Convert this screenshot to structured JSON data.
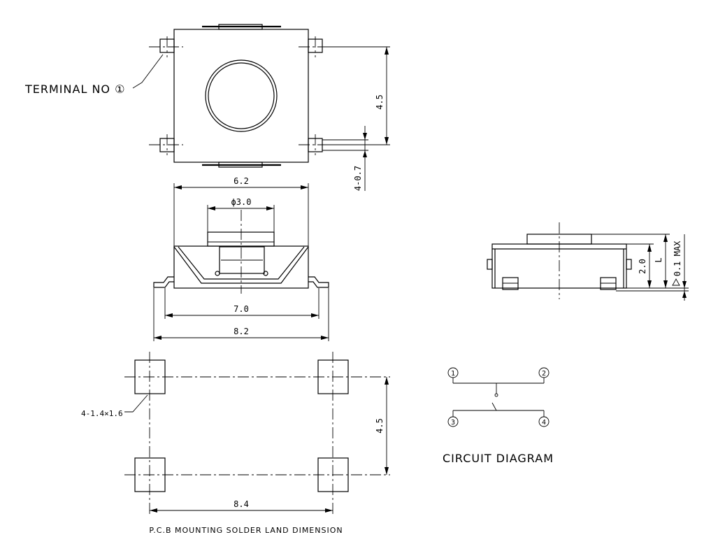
{
  "labels": {
    "terminal_no": "TERMINAL NO ①",
    "circuit_diagram": "CIRCUIT DIAGRAM",
    "pcb_land": "P.C.B MOUNTING SOLDER LAND DIMENSION",
    "land_size": "4-1.4×1.6"
  },
  "dimensions": {
    "top_pitch": "4.5",
    "terminal_width": "4-0.7",
    "body_width": "6.2",
    "actuator_dia": "ϕ3.0",
    "span_inner": "7.0",
    "span_outer": "8.2",
    "side_height": "2.0",
    "side_length": "L",
    "tolerance": "0.1 MAX",
    "land_pitch_v": "4.5",
    "land_pitch_h": "8.4"
  },
  "circuit": {
    "terminals": [
      "①",
      "②",
      "③",
      "④"
    ]
  }
}
